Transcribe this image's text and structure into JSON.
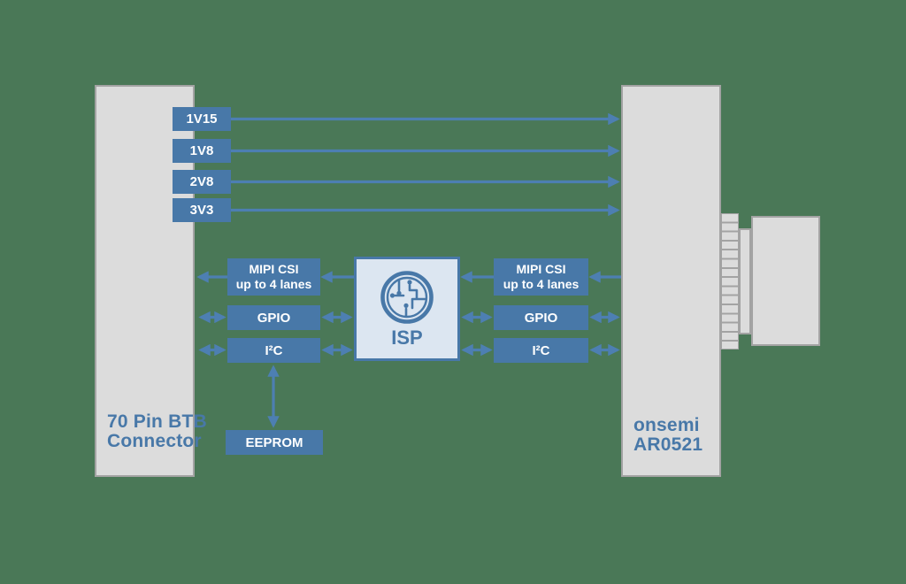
{
  "colors": {
    "background": "#4a7857",
    "box_blue": "#4878a8",
    "arrow_blue": "#4d7fb2",
    "block_fill": "#dcdcdc",
    "block_border": "#a3a3a3",
    "isp_fill": "#dce6f1",
    "isp_border": "#4878a8",
    "label_text": "#4878a8",
    "box_text": "#ffffff"
  },
  "blocks": {
    "btb_connector": {
      "lines": [
        "70 Pin BTB",
        "Connector"
      ]
    },
    "image_sensor": {
      "lines": [
        "onsemi",
        "AR0521"
      ]
    },
    "isp": {
      "label": "ISP",
      "icon": "circuit-chip-icon"
    },
    "eeprom": {
      "label": "EEPROM"
    }
  },
  "power_rails": [
    {
      "label": "1V15",
      "direction": "connector-to-sensor"
    },
    {
      "label": "1V8",
      "direction": "connector-to-sensor"
    },
    {
      "label": "2V8",
      "direction": "connector-to-sensor"
    },
    {
      "label": "3V3",
      "direction": "connector-to-sensor"
    }
  ],
  "buses": {
    "left_of_isp": [
      {
        "label_lines": [
          "MIPI CSI",
          "up to 4 lanes"
        ],
        "direction": "toward-connector"
      },
      {
        "label_lines": [
          "GPIO"
        ],
        "direction": "bidirectional"
      },
      {
        "label_lines": [
          "I²C"
        ],
        "direction": "bidirectional"
      }
    ],
    "right_of_isp": [
      {
        "label_lines": [
          "MIPI CSI",
          "up to 4 lanes"
        ],
        "direction": "toward-isp"
      },
      {
        "label_lines": [
          "GPIO"
        ],
        "direction": "bidirectional"
      },
      {
        "label_lines": [
          "I²C"
        ],
        "direction": "bidirectional"
      }
    ],
    "eeprom_link": {
      "direction": "bidirectional"
    }
  }
}
